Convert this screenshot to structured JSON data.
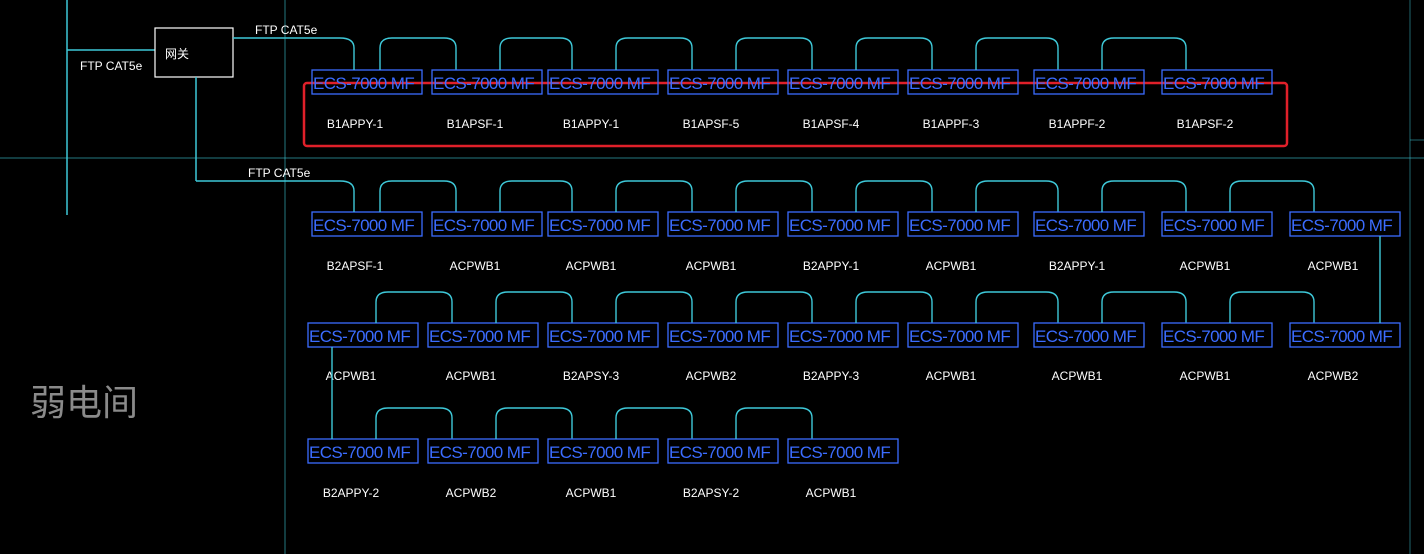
{
  "cable_label": "FTP CAT5e",
  "switch_label": "网关",
  "room_label": "弱电间",
  "device_model": "ECS-7000 MF",
  "rows": [
    [
      "B1APPY-1",
      "B1APSF-1",
      "B1APPY-1",
      "B1APSF-5",
      "B1APSF-4",
      "B1APPF-3",
      "B1APPF-2",
      "B1APSF-2"
    ],
    [
      "B2APSF-1",
      "ACPWB1",
      "ACPWB1",
      "ACPWB1",
      "B2APPY-1",
      "ACPWB1",
      "B2APPY-1",
      "ACPWB1",
      "ACPWB1"
    ],
    [
      "ACPWB1",
      "ACPWB1",
      "B2APSY-3",
      "ACPWB2",
      "B2APPY-3",
      "ACPWB1",
      "ACPWB1",
      "ACPWB1",
      "ACPWB2"
    ],
    [
      "B2APPY-2",
      "ACPWB2",
      "ACPWB1",
      "B2APSY-2",
      "ACPWB1"
    ]
  ],
  "colors": {
    "background": "#000000",
    "wire": "#3ec8d8",
    "device": "#3b6cff",
    "highlight": "#e0202a",
    "text": "#ffffff"
  }
}
